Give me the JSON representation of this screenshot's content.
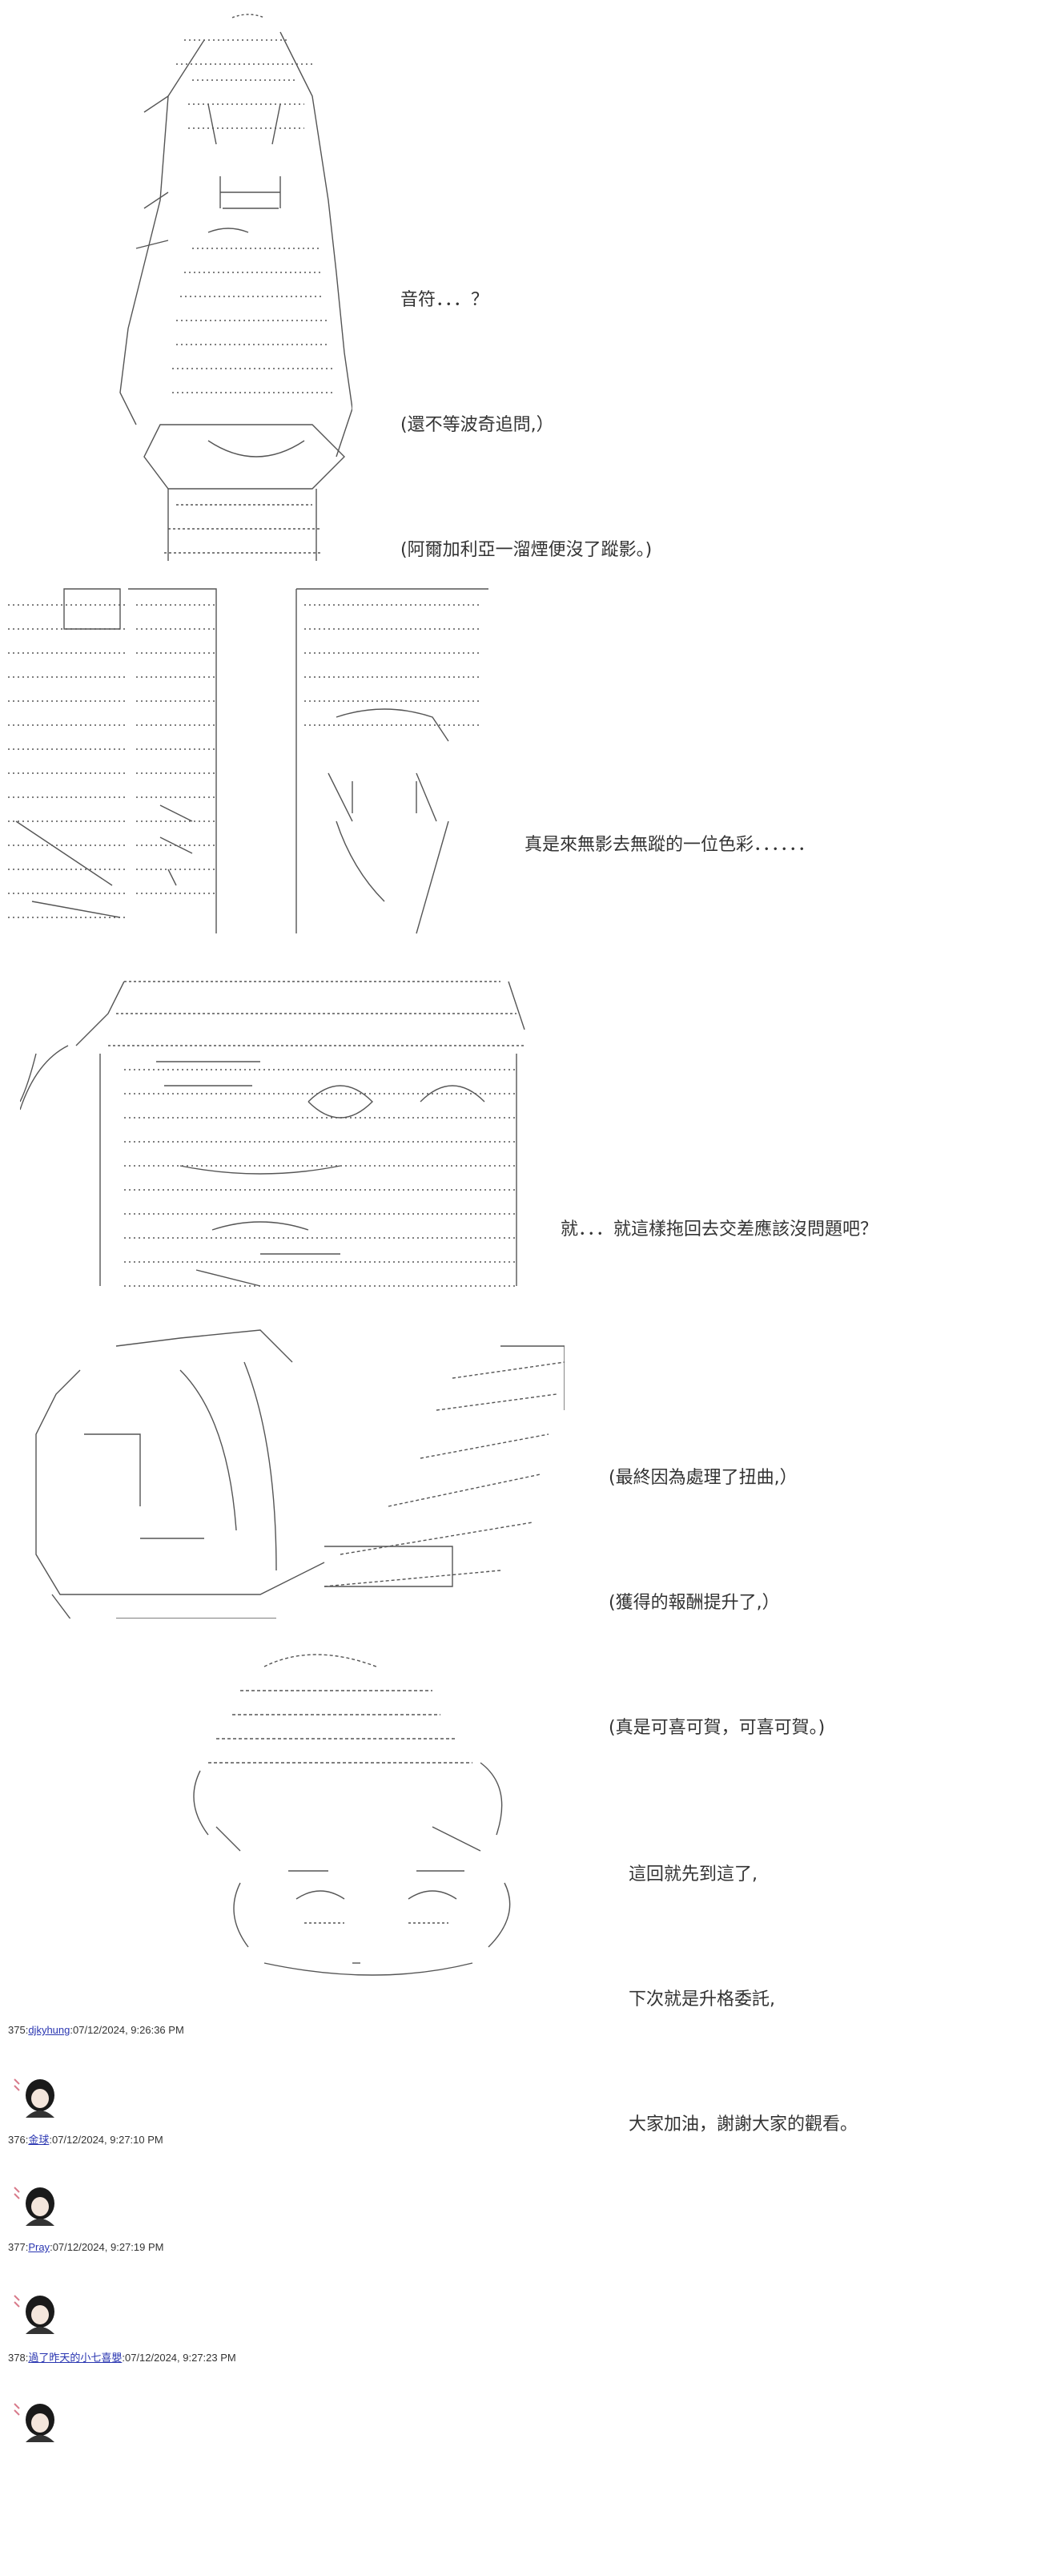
{
  "panels": [
    {
      "lines": [
        "音符．．．？",
        "(還不等波奇追問,）",
        "(阿爾加利亞一溜煙便沒了蹤影。)"
      ]
    },
    {
      "lines": [
        "真是來無影去無蹤的一位色彩．．．．．．"
      ]
    },
    {
      "lines": [
        "就．．．就這樣拖回去交差應該沒問題吧？"
      ]
    },
    {
      "lines": [
        "(最終因為處理了扭曲,）",
        "(獲得的報酬提升了,）",
        "(真是可喜可賀，可喜可賀。)"
      ]
    },
    {
      "lines": [
        "這回就先到這了,",
        "下次就是升格委託,",
        "大家加油，謝謝大家的觀看。"
      ]
    }
  ],
  "posts": [
    {
      "num": "375",
      "name": "djkyhung",
      "date": "07/12/2024, 9:26:36 PM"
    },
    {
      "num": "376",
      "name": "金球",
      "date": "07/12/2024, 9:27:10 PM"
    },
    {
      "num": "377",
      "name": "Pray",
      "date": "07/12/2024, 9:27:19 PM"
    },
    {
      "num": "378",
      "name": "過了昨天的小七喜嬰",
      "date": "07/12/2024, 9:27:23 PM"
    }
  ],
  "colors": {
    "text": "#333333",
    "link": "#2a36b1",
    "art": "#555555"
  }
}
